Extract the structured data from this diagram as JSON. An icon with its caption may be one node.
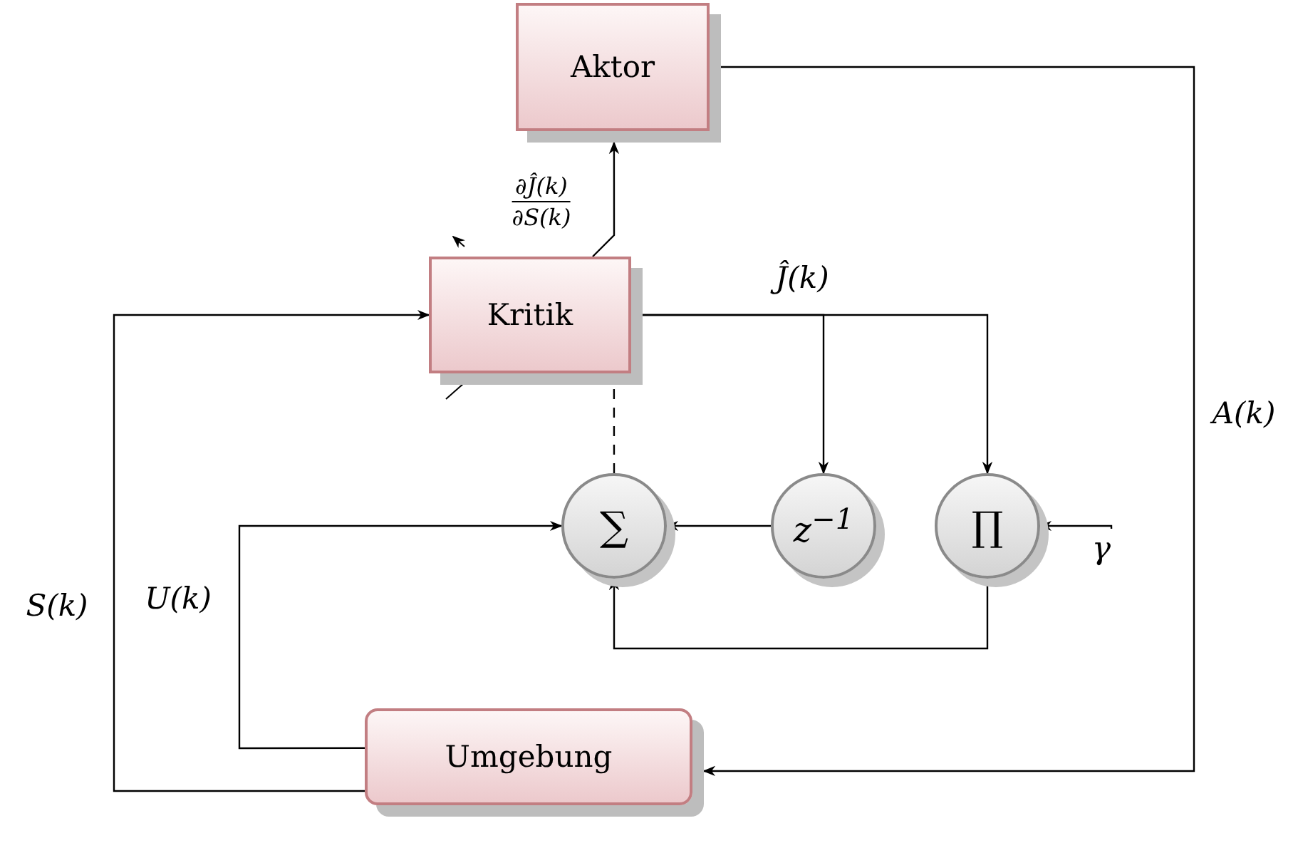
{
  "diagram": {
    "nodes": [
      {
        "text": [
          "Aktor"
        ]
      },
      {
        "text": [
          "Kritik"
        ]
      },
      {
        "text": [
          "∑"
        ]
      },
      {
        "text": [
          "z$^{−1}$"
        ]
      },
      {
        "text": [
          "∏"
        ]
      },
      {
        "text": [
          "Umgebung"
        ]
      },
      {
        "text": [
          "γ"
        ]
      }
    ],
    "edges": [
      {
        "from": 1,
        "to": 0,
        "arrow": "to",
        "label": "∂Ĵ(k) ∂S(k)"
      },
      {
        "from": 0,
        "to": 5,
        "arrow": "to",
        "label": "A(k)"
      },
      {
        "from": 5,
        "to": 1,
        "arrow": "to",
        "label": "S(k)"
      },
      {
        "from": 5,
        "to": 2,
        "arrow": "to",
        "label": "U(k)"
      },
      {
        "from": 1,
        "to": 3,
        "arrow": "to",
        "label": "Ĵ(k)"
      },
      {
        "from": 1,
        "to": 4,
        "arrow": "to"
      },
      {
        "from": 3,
        "to": 2,
        "arrow": "to"
      },
      {
        "from": 4,
        "to": 2,
        "arrow": "to"
      },
      {
        "from": 6,
        "to": 4,
        "arrow": "to"
      },
      {
        "from": 2,
        "to": 1,
        "arrow": "none",
        "style": "dashed"
      }
    ]
  }
}
